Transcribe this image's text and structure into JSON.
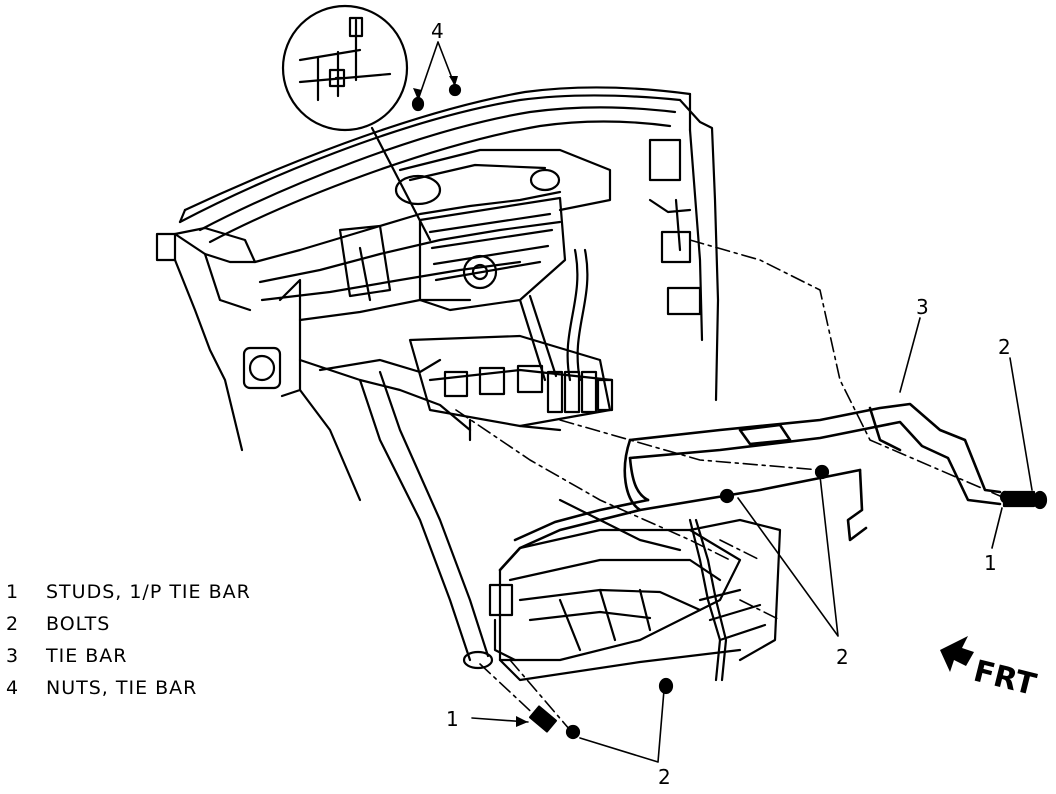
{
  "legend": [
    {
      "num": "1",
      "text": "STUDS, 1/P TIE BAR"
    },
    {
      "num": "2",
      "text": "BOLTS"
    },
    {
      "num": "3",
      "text": "TIE BAR"
    },
    {
      "num": "4",
      "text": "NUTS, TIE BAR"
    }
  ],
  "callouts": {
    "nuts_top": "4",
    "tie_bar": "3",
    "bolt_right": "2",
    "stud_right": "1",
    "bolts_center": "2",
    "stud_bottom": "1",
    "bolts_bottom": "2"
  },
  "direction_label": "FRT",
  "colors": {
    "ink": "#000000",
    "paper": "#ffffff"
  }
}
